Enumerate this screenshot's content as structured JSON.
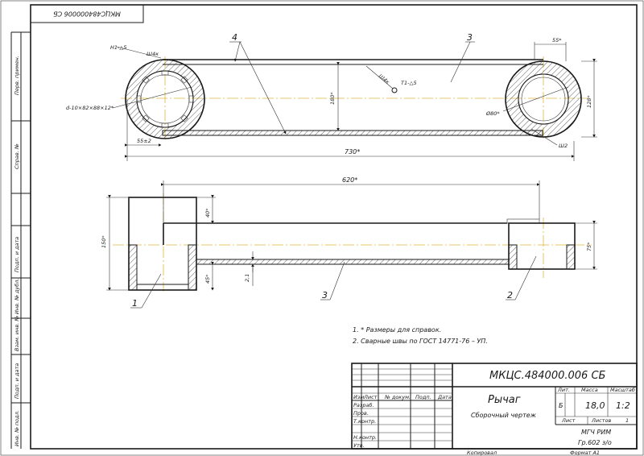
{
  "corner_stamp": "МКЦС484000006 СБ",
  "side_labels": [
    "Перв. примен.",
    "Справ. №",
    "Подп. и дата",
    "Инв. № дубл.",
    "Взам. инв. №",
    "Подп. и дата",
    "Инв. № подл."
  ],
  "top_view": {
    "pos_4": "4",
    "pos_3": "3",
    "dim_55_top": "55*",
    "dim_730": "730*",
    "dim_55_2": "55±2",
    "dim_180": "180*",
    "dim_128": "128*",
    "dim_d80": "Ø80*",
    "spline": "d-10×82×88×12*",
    "weld_left": "H1-△5",
    "weld_small": "Ш4к",
    "weld_center": "T1-△5",
    "weld_center_small": "Ш4к",
    "weld_right_tag": "Ш2"
  },
  "front_view": {
    "dim_620": "620*",
    "dim_40": "40*",
    "dim_150": "150*",
    "dim_45": "45*",
    "dim_75": "75*",
    "dim_2_1": "2,1",
    "pos_1": "1",
    "pos_2": "2",
    "pos_3": "3"
  },
  "notes": [
    "1.    * Размеры для справок.",
    "2.    Сварные швы по ГОСТ 14771-76 – УП."
  ],
  "title_block": {
    "designation": "МКЦС.484000.006 СБ",
    "name": "Рычаг",
    "doc_type": "Сборочный чертеж",
    "col_headers": [
      "Изм",
      "Лист",
      "№ докум.",
      "Подп.",
      "Дата"
    ],
    "row_labels": [
      "Разраб.",
      "Пров.",
      "Т.контр.",
      "",
      "Н.контр.",
      "Утв."
    ],
    "lit_label": "Лит.",
    "mass_label": "Масса",
    "scale_label": "Масштаб",
    "lit_value": "Б",
    "mass_value": "18,0",
    "scale_value": "1:2",
    "sheet_label": "Лист",
    "sheets_label": "Листов",
    "sheets_value": "1",
    "org_line1": "МГЧ РИМ",
    "org_line2": "Гр.602 з/о"
  },
  "footer": {
    "copied": "Копировал",
    "format": "Формат   А1"
  }
}
